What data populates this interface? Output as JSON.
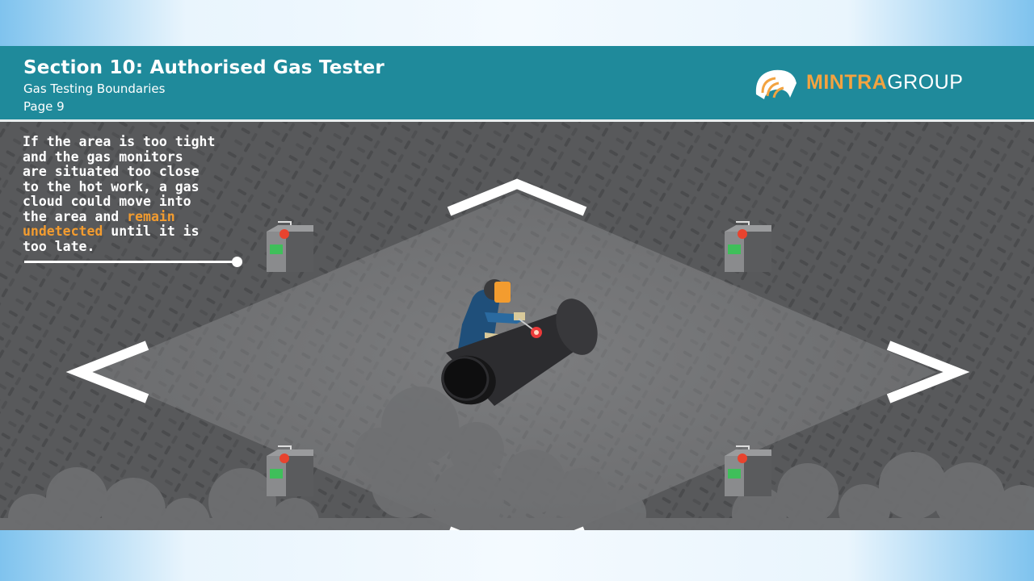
{
  "header": {
    "section_title": "Section 10: Authorised Gas Tester",
    "subtitle": "Gas Testing Boundaries",
    "page_label": "Page 9"
  },
  "logo": {
    "brand_part1": "MINTRA",
    "brand_part2": "GROUP",
    "accent_color": "#f3a340"
  },
  "narration": {
    "lines": [
      "If the area is too tight",
      "and the gas monitors",
      "are situated too close",
      "to the hot work, a gas",
      "cloud could move into",
      "the area and "
    ],
    "highlight_1": "remain",
    "highlight_2": "undetected",
    "line7_rest": " until it is",
    "line8": "too late.",
    "highlight_color": "#f39c2f"
  },
  "colors": {
    "header_bg": "#1f8a9b",
    "floor": "#5b5c5e",
    "zone": "#8c8d8f",
    "pipe": "#2c2c2f",
    "worker": "#1f4f7a",
    "monitor_light": "#e8432e",
    "monitor_screen": "#3fbf5a"
  },
  "scene": {
    "icons": [
      "gas-monitor-icon",
      "welder-icon",
      "pipe-icon",
      "gas-cloud-icon",
      "boundary-corner-marker"
    ]
  }
}
